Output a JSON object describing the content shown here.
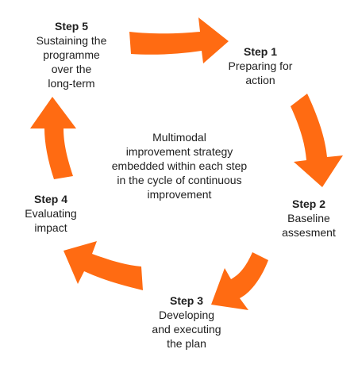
{
  "colors": {
    "arrow": "#ff6b12",
    "text": "#1e1e1e",
    "background": "#ffffff"
  },
  "center": {
    "text": "Multimodal\nimprovement strategy\nembedded within each step\nin the cycle of continuous\nimprovement"
  },
  "steps": {
    "step1": {
      "title": "Step 1",
      "desc": "Preparing for\naction"
    },
    "step2": {
      "title": "Step 2",
      "desc": "Baseline\nassesment"
    },
    "step3": {
      "title": "Step 3",
      "desc": "Developing\nand executing\nthe plan"
    },
    "step4": {
      "title": "Step 4",
      "desc": "Evaluating\nimpact"
    },
    "step5": {
      "title": "Step 5",
      "desc": "Sustaining the\nprogramme\nover the\nlong-term"
    }
  }
}
